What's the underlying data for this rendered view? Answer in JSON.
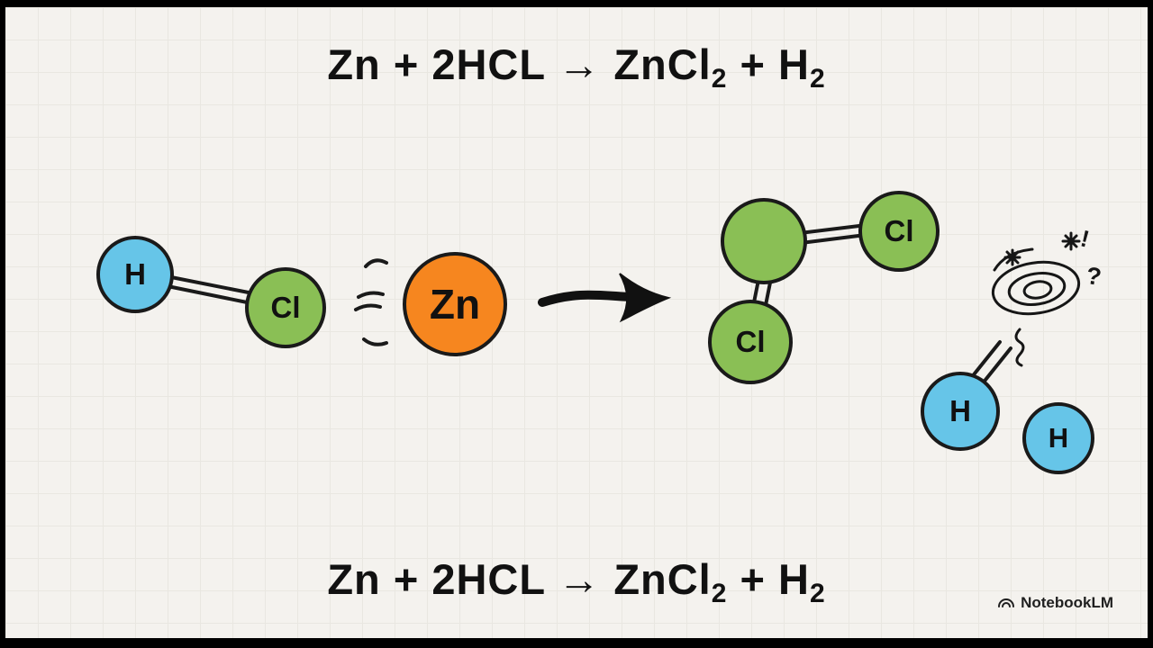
{
  "board": {
    "background": "#f4f2ee",
    "grid_color": "#e9e7e1",
    "frame_color": "#000000"
  },
  "colors": {
    "atom_blue": "#66c5e8",
    "atom_green": "#8abf55",
    "atom_orange": "#f6861f",
    "outline": "#1a1a1a",
    "ink": "#121212"
  },
  "equation": {
    "part1": "Zn + 2HCL → ZnCl",
    "sub1": "2",
    "part2": " + H",
    "sub2": "2"
  },
  "reactants": {
    "h_label": "H",
    "cl_label": "Cl",
    "zn_label": "Zn"
  },
  "products": {
    "cl_right_label": "Cl",
    "cl_bottom_label": "Cl",
    "h1_label": "H",
    "h2_label": "H"
  },
  "doodle": {
    "exclamation": "!",
    "question": "?"
  },
  "watermark": {
    "label": "NotebookLM"
  },
  "icons": {
    "logo": "notebooklm-swirl-icon"
  }
}
